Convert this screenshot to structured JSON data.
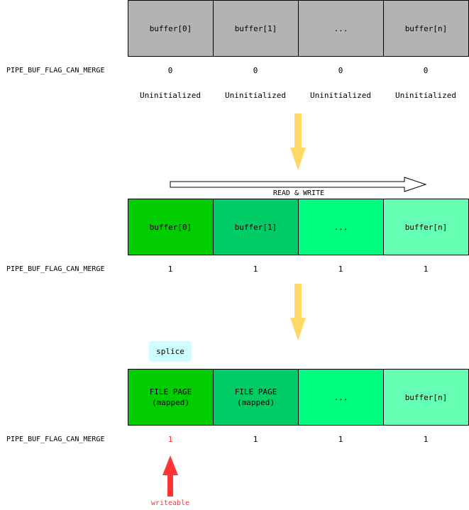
{
  "flag_label": "PIPE_BUF_FLAG_CAN_MERGE",
  "colors": {
    "gray": "#b3b3b3",
    "green_dark": "#00cc00",
    "green_mid": "#00cc66",
    "green_bright": "#00ff80",
    "green_light": "#66ffb3",
    "arrow_yellow": "#ffd966",
    "arrow_red": "#ff3333",
    "splice_bg": "#ccffff"
  },
  "stage1": {
    "buffers": [
      "buffer[0]",
      "buffer[1]",
      "...",
      "buffer[n]"
    ],
    "flags": [
      "0",
      "0",
      "0",
      "0"
    ],
    "states": [
      "Uninitialized",
      "Uninitialized",
      "Uninitialized",
      "Uninitialized"
    ]
  },
  "stage2": {
    "arrow_label": "READ & WRITE",
    "buffers": [
      "buffer[0]",
      "buffer[1]",
      "...",
      "buffer[n]"
    ],
    "flags": [
      "1",
      "1",
      "1",
      "1"
    ]
  },
  "stage3": {
    "splice_label": "splice",
    "buffers": [
      "FILE PAGE\n(mapped)",
      "FILE PAGE\n(mapped)",
      "...",
      "buffer[n]"
    ],
    "flags": [
      "1",
      "1",
      "1",
      "1"
    ],
    "writeable_label": "writeable"
  }
}
